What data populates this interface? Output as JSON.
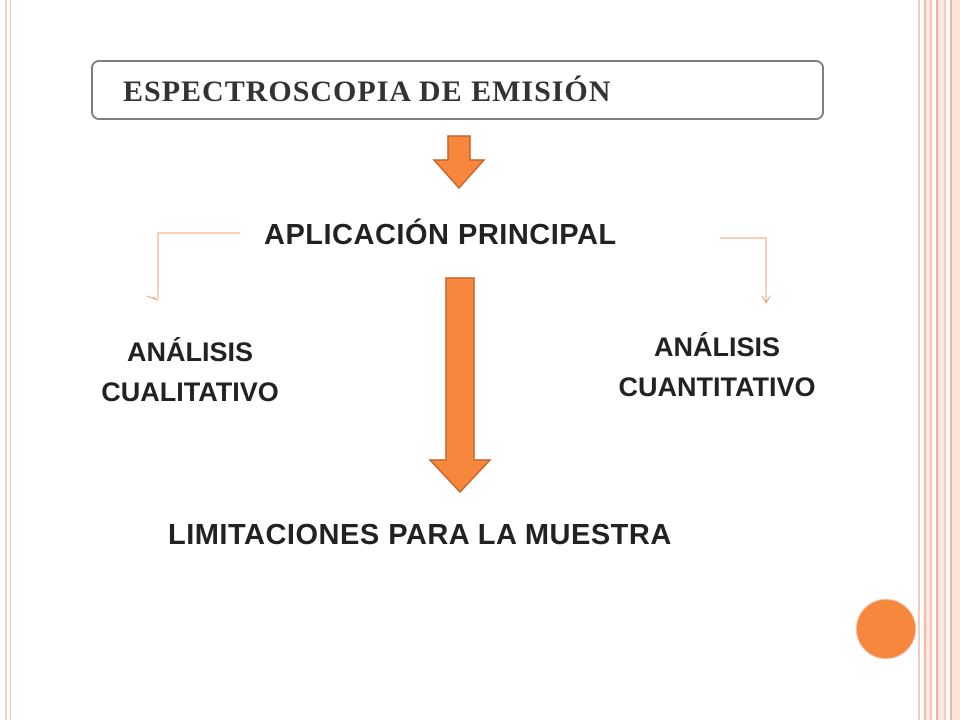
{
  "slide": {
    "title": "ESPECTROSCOPIA DE EMISIÓN",
    "main_application": "APLICACIÓN PRINCIPAL",
    "qualitative": {
      "line1": "ANÁLISIS",
      "line2": "CUALITATIVO"
    },
    "quantitative": {
      "line1": "ANÁLISIS",
      "line2": "CUANTITATIVO"
    },
    "limitations": "LIMITACIONES PARA LA MUESTRA"
  },
  "colors": {
    "arrow_fill": "#f7873d",
    "arrow_stroke": "#c8642c",
    "connector": "#f0a36c",
    "accent_dot": "#f7873d"
  }
}
